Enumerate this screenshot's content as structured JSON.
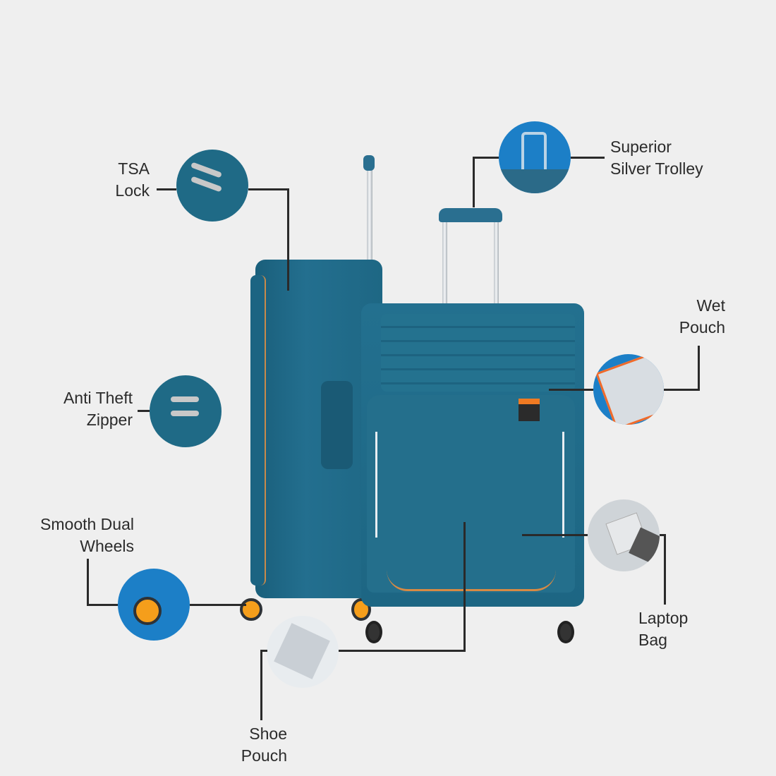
{
  "features": [
    {
      "id": "tsa-lock",
      "lines": [
        "TSA",
        "Lock"
      ]
    },
    {
      "id": "superior-silver-trolley",
      "lines": [
        "Superior",
        "Silver Trolley"
      ]
    },
    {
      "id": "wet-pouch",
      "lines": [
        "Wet",
        "Pouch"
      ]
    },
    {
      "id": "anti-theft-zipper",
      "lines": [
        "Anti Theft",
        "Zipper"
      ]
    },
    {
      "id": "smooth-dual-wheels",
      "lines": [
        "Smooth Dual",
        "Wheels"
      ]
    },
    {
      "id": "laptop-bag",
      "lines": [
        "Laptop",
        "Bag"
      ]
    },
    {
      "id": "shoe-pouch",
      "lines": [
        "Shoe",
        "Pouch"
      ]
    }
  ],
  "colors": {
    "background": "#efefef",
    "suitcase": "#1f6a86",
    "accent_blue": "#1c7fc7",
    "wheel": "#f59e1b",
    "line": "#2a2a2a"
  }
}
